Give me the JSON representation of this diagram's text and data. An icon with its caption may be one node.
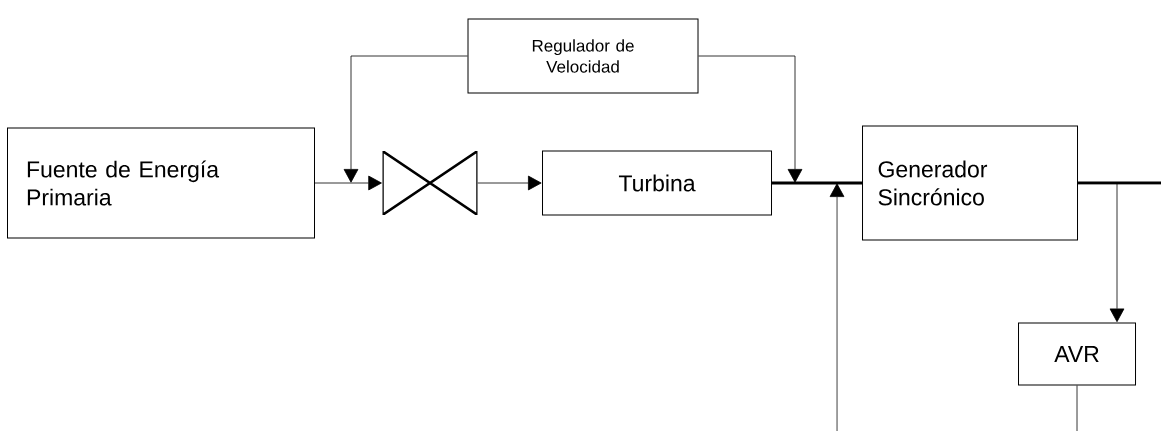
{
  "diagram": {
    "nodes": [
      {
        "text": [
          "Fuente de Energía Primaria"
        ]
      },
      {
        "text": [
          "Regulador de Velocidad"
        ]
      },
      {
        "text": [],
        "shape": "valve"
      },
      {
        "text": [
          "Turbina"
        ]
      },
      {
        "text": [
          "Generador Sincrónico"
        ]
      },
      {
        "text": [
          "AVR"
        ]
      }
    ],
    "edges": [
      {
        "from": 0,
        "to": 2,
        "arrow": "to"
      },
      {
        "from": 1,
        "to": null,
        "arrow": "to"
      },
      {
        "from": 2,
        "to": 3,
        "arrow": "to"
      },
      {
        "from": 1,
        "to": null,
        "arrow": "to"
      },
      {
        "from": 3,
        "to": 4,
        "arrow": "none",
        "style": "thick"
      },
      {
        "from": null,
        "to": 4,
        "arrow": "to"
      },
      {
        "from": 4,
        "to": null,
        "arrow": "none",
        "style": "thick"
      },
      {
        "from": 4,
        "to": 5,
        "arrow": "to"
      },
      {
        "from": 5,
        "to": null,
        "arrow": "none"
      }
    ]
  }
}
